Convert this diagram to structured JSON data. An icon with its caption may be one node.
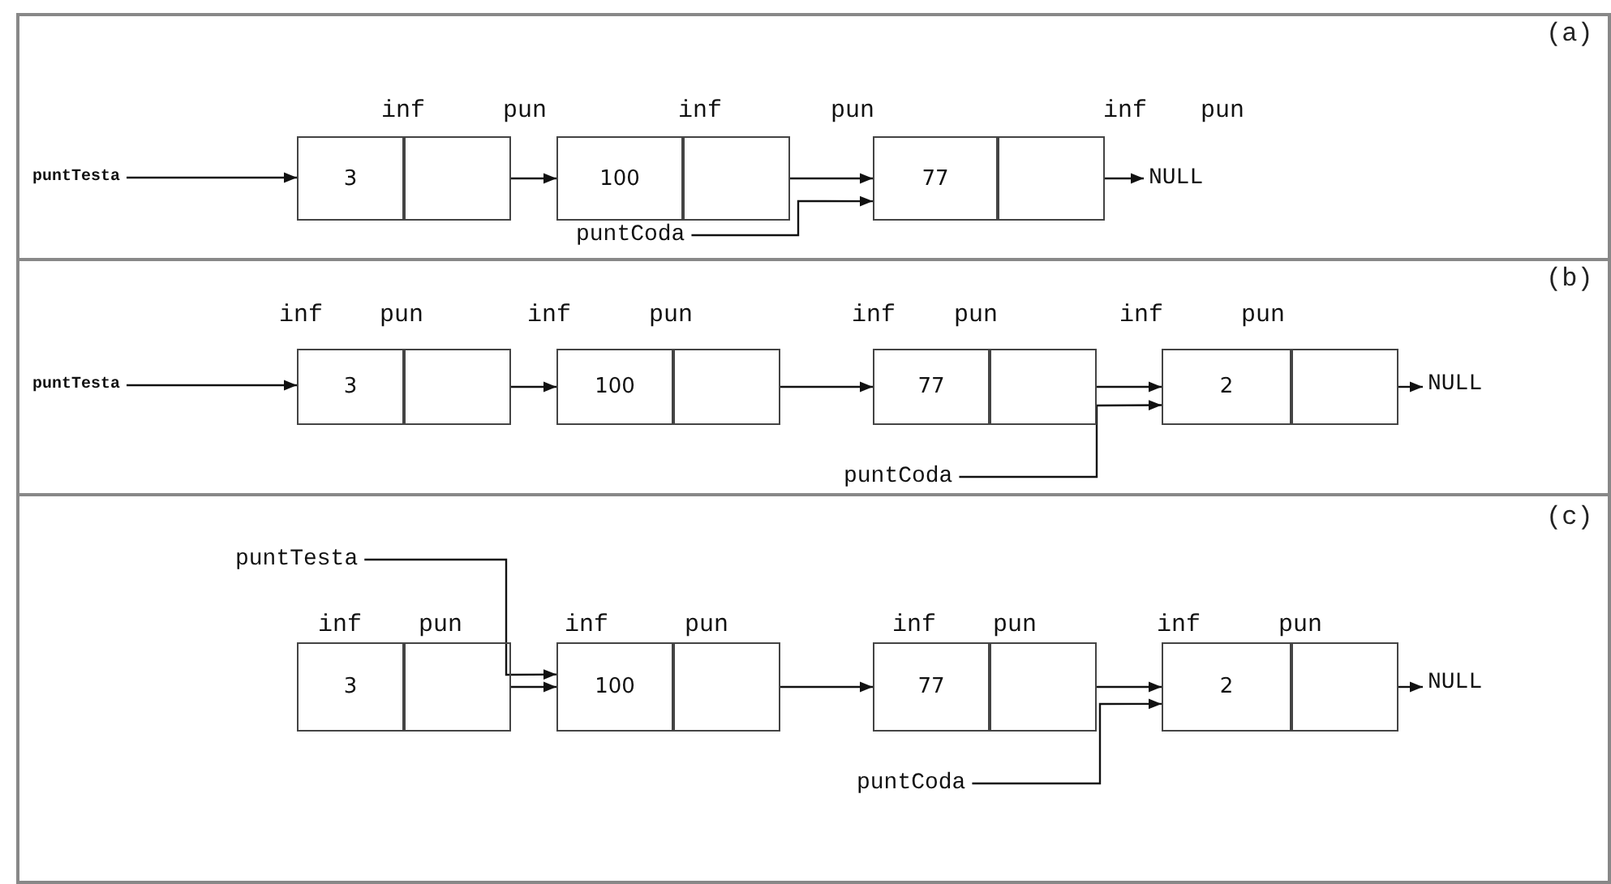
{
  "diagram": {
    "nodes": [
      {
        "text": [
          "(a)"
        ]
      },
      {
        "text": [
          "puntTesta"
        ],
        "in": 0
      },
      {
        "text": [
          "3"
        ],
        "in": 0
      },
      {
        "text": [],
        "shape": "box",
        "in": 0
      },
      {
        "text": [
          "100"
        ],
        "in": 0
      },
      {
        "text": [],
        "shape": "box",
        "in": 0
      },
      {
        "text": [
          "77"
        ],
        "in": 0
      },
      {
        "text": [],
        "shape": "box",
        "in": 0
      },
      {
        "text": [
          "NULL"
        ],
        "in": 0
      },
      {
        "text": [
          "puntCoda"
        ],
        "in": 0
      },
      {
        "text": [
          "(b)"
        ]
      },
      {
        "text": [
          "puntTesta"
        ],
        "in": 10
      },
      {
        "text": [
          "3"
        ],
        "in": 10
      },
      {
        "text": [],
        "shape": "box",
        "in": 10
      },
      {
        "text": [
          "100"
        ],
        "in": 10
      },
      {
        "text": [],
        "shape": "box",
        "in": 10
      },
      {
        "text": [
          "77"
        ],
        "in": 10
      },
      {
        "text": [],
        "shape": "box",
        "in": 10
      },
      {
        "text": [
          "2"
        ],
        "in": 10
      },
      {
        "text": [],
        "shape": "box",
        "in": 10
      },
      {
        "text": [
          "NULL"
        ],
        "in": 10
      },
      {
        "text": [
          "puntCoda"
        ],
        "in": 10
      },
      {
        "text": [
          "(c)"
        ]
      },
      {
        "text": [
          "puntTesta"
        ],
        "in": 22
      },
      {
        "text": [
          "3"
        ],
        "in": 22
      },
      {
        "text": [],
        "shape": "box",
        "in": 22
      },
      {
        "text": [
          "100"
        ],
        "in": 22
      },
      {
        "text": [],
        "shape": "box",
        "in": 22
      },
      {
        "text": [
          "77"
        ],
        "in": 22
      },
      {
        "text": [],
        "shape": "box",
        "in": 22
      },
      {
        "text": [
          "2"
        ],
        "in": 22
      },
      {
        "text": [],
        "shape": "box",
        "in": 22
      },
      {
        "text": [
          "NULL"
        ],
        "in": 22
      },
      {
        "text": [
          "puntCoda"
        ],
        "in": 22
      }
    ],
    "edges": [
      {
        "from": 1,
        "to": 2,
        "arrow": "to"
      },
      {
        "from": 3,
        "to": 4,
        "arrow": "to"
      },
      {
        "from": 5,
        "to": 6,
        "arrow": "to"
      },
      {
        "from": 7,
        "to": 8,
        "arrow": "to"
      },
      {
        "from": 9,
        "to": 6,
        "arrow": "to"
      },
      {
        "from": 11,
        "to": 12,
        "arrow": "to"
      },
      {
        "from": 13,
        "to": 14,
        "arrow": "to"
      },
      {
        "from": 15,
        "to": 16,
        "arrow": "to"
      },
      {
        "from": 17,
        "to": 18,
        "arrow": "to"
      },
      {
        "from": 19,
        "to": 20,
        "arrow": "to"
      },
      {
        "from": 21,
        "to": 18,
        "arrow": "to"
      },
      {
        "from": 23,
        "to": 26,
        "arrow": "to"
      },
      {
        "from": 25,
        "to": 26,
        "arrow": "to"
      },
      {
        "from": 27,
        "to": 28,
        "arrow": "to"
      },
      {
        "from": 29,
        "to": 30,
        "arrow": "to"
      },
      {
        "from": 31,
        "to": 32,
        "arrow": "to"
      },
      {
        "from": 33,
        "to": 30,
        "arrow": "to"
      }
    ],
    "labels": [
      "inf",
      "pun",
      "inf",
      "pun",
      "inf",
      "pun",
      "inf",
      "pun",
      "inf",
      "pun",
      "inf",
      "pun",
      "inf",
      "pun",
      "inf",
      "pun",
      "inf",
      "pun",
      "inf",
      "pun",
      "inf",
      "pun"
    ]
  }
}
